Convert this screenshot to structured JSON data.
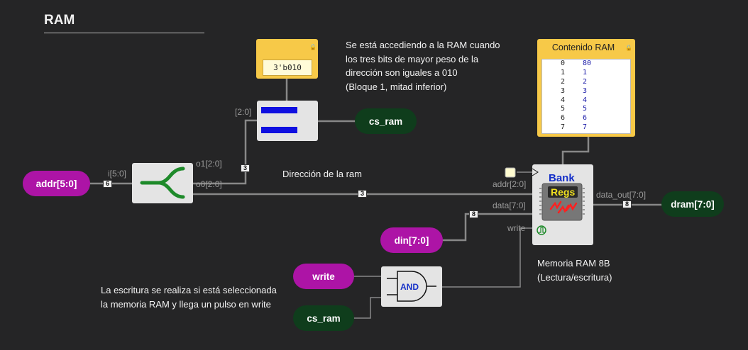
{
  "title": "RAM",
  "notes": {
    "access": "Se está accediendo a la RAM cuando\nlos tres bits de mayor peso de la\ndirección son iguales a 010\n(Bloque 1, mitad inferior)",
    "address": "Dirección de la ram",
    "memory": "Memoria RAM 8B\n(Lectura/escritura)",
    "write": "La escritura se realiza si está seleccionada\nla memoria RAM y llega un pulso en write"
  },
  "inputs": {
    "addr": "addr[5:0]",
    "din": "din[7:0]",
    "write": "write",
    "cs_ram": "cs_ram"
  },
  "outputs": {
    "cs_ram": "cs_ram",
    "dram": "dram[7:0]"
  },
  "constant": {
    "value": "3'b010"
  },
  "splitter": {
    "in_label": "i[5:0]",
    "out1_label": "o1[2:0]",
    "out0_label": "o0[2:0]"
  },
  "comparator": {
    "in_label": "[2:0]"
  },
  "and_gate": {
    "label": "AND"
  },
  "ram": {
    "title": "Contenido RAM",
    "rows": [
      {
        "addr": "0",
        "val": "80"
      },
      {
        "addr": "1",
        "val": "1"
      },
      {
        "addr": "2",
        "val": "2"
      },
      {
        "addr": "3",
        "val": "3"
      },
      {
        "addr": "4",
        "val": "4"
      },
      {
        "addr": "5",
        "val": "5"
      },
      {
        "addr": "6",
        "val": "6"
      },
      {
        "addr": "7",
        "val": "7"
      }
    ],
    "bank_label": "Bank",
    "regs_label": "Regs",
    "port_addr": "addr[2:0]",
    "port_data": "data[7:0]",
    "port_write": "write",
    "port_out": "data_out[7:0]"
  },
  "wire_widths": {
    "addr": "6",
    "o1": "3",
    "o0": "3",
    "din": "8",
    "dout": "8"
  },
  "colors": {
    "background": "#252526",
    "input_magenta": "#ad14a6",
    "output_green": "#0f3d1c",
    "wire": "#888888",
    "constant_yellow": "#f7c948",
    "block_gray": "#e4e4e4",
    "bus_blue": "#1010e0",
    "splitter_green": "#1e8a2a"
  }
}
